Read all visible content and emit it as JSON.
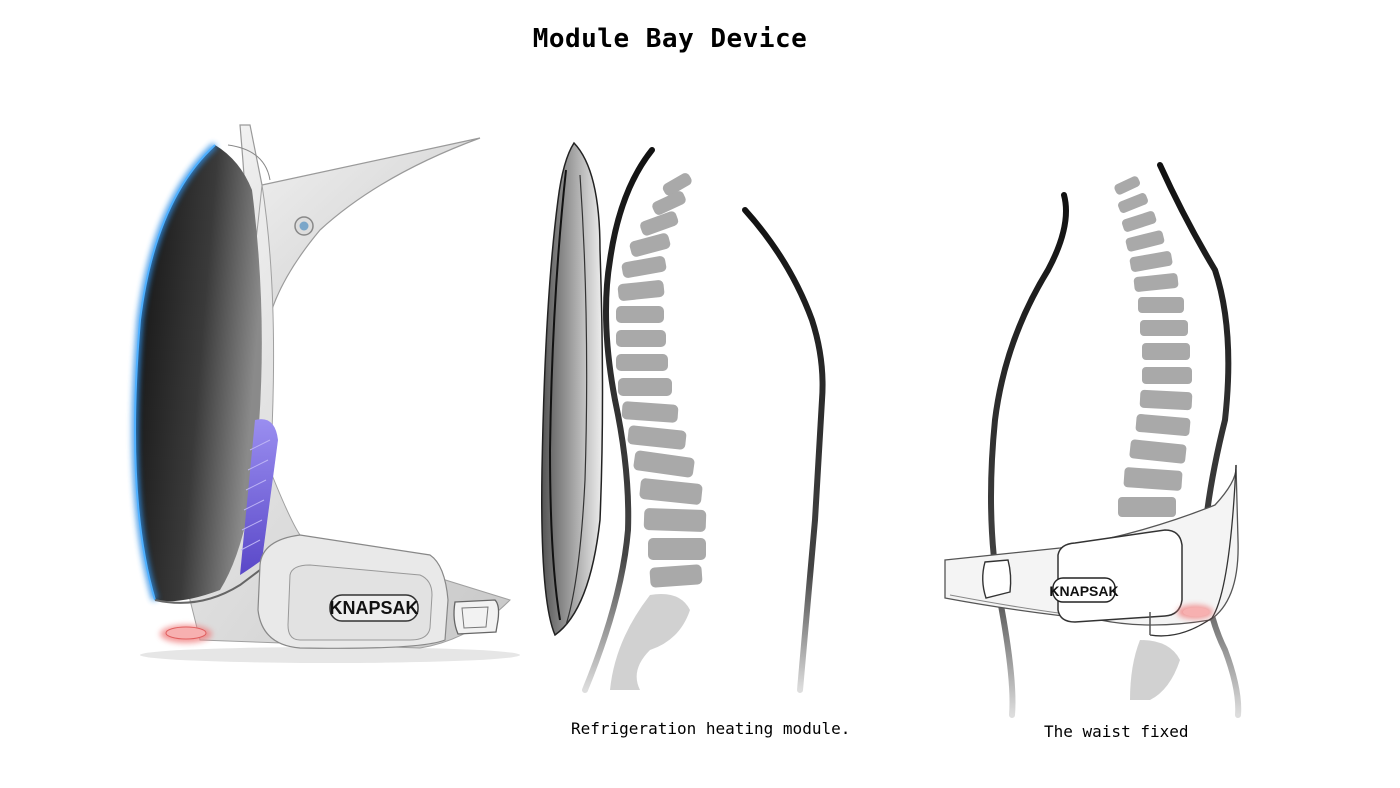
{
  "title": "Module Bay Device",
  "brand": "KNAPSAK",
  "captions": {
    "module": "Refrigeration heating module.",
    "waist": "The waist fixed"
  },
  "colors": {
    "accent_blue": "#2f8fe6",
    "accent_purple": "#7a68e0",
    "accent_red": "#f08080",
    "shell_dark": "#1f1f1f",
    "spine_gray": "#a9a9a9"
  }
}
